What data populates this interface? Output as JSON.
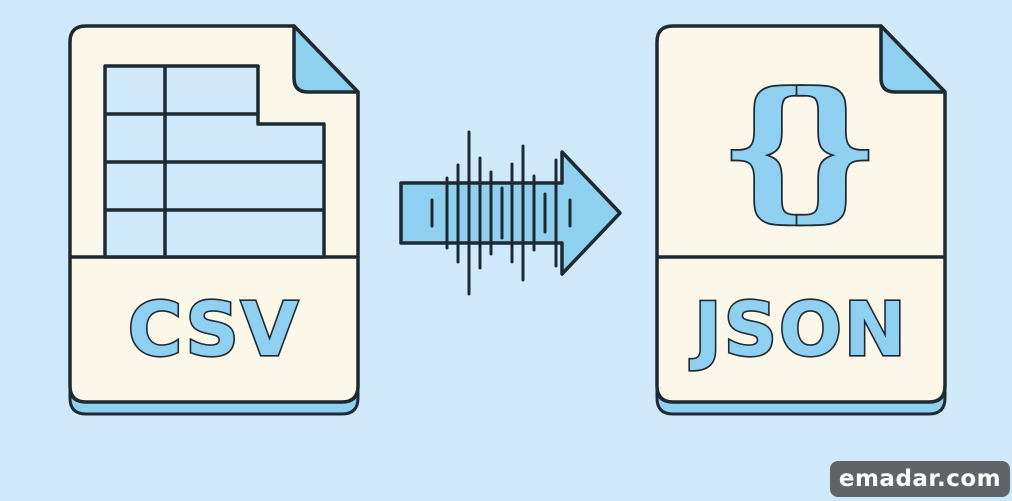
{
  "source_file": {
    "label": "CSV",
    "icon": "spreadsheet-table-icon"
  },
  "target_file": {
    "label": "JSON",
    "icon": "curly-braces-icon",
    "brace_open": "{",
    "brace_close": "}"
  },
  "conversion_arrow": {
    "icon": "right-arrow-soundwave-icon"
  },
  "watermark": {
    "text": "emadar.com"
  },
  "colors": {
    "background": "#cfe9fb",
    "paper": "#fcf8e9",
    "accent_blue": "#8fcff0",
    "outline": "#1e2a33",
    "watermark_bg": "#5e6468"
  }
}
